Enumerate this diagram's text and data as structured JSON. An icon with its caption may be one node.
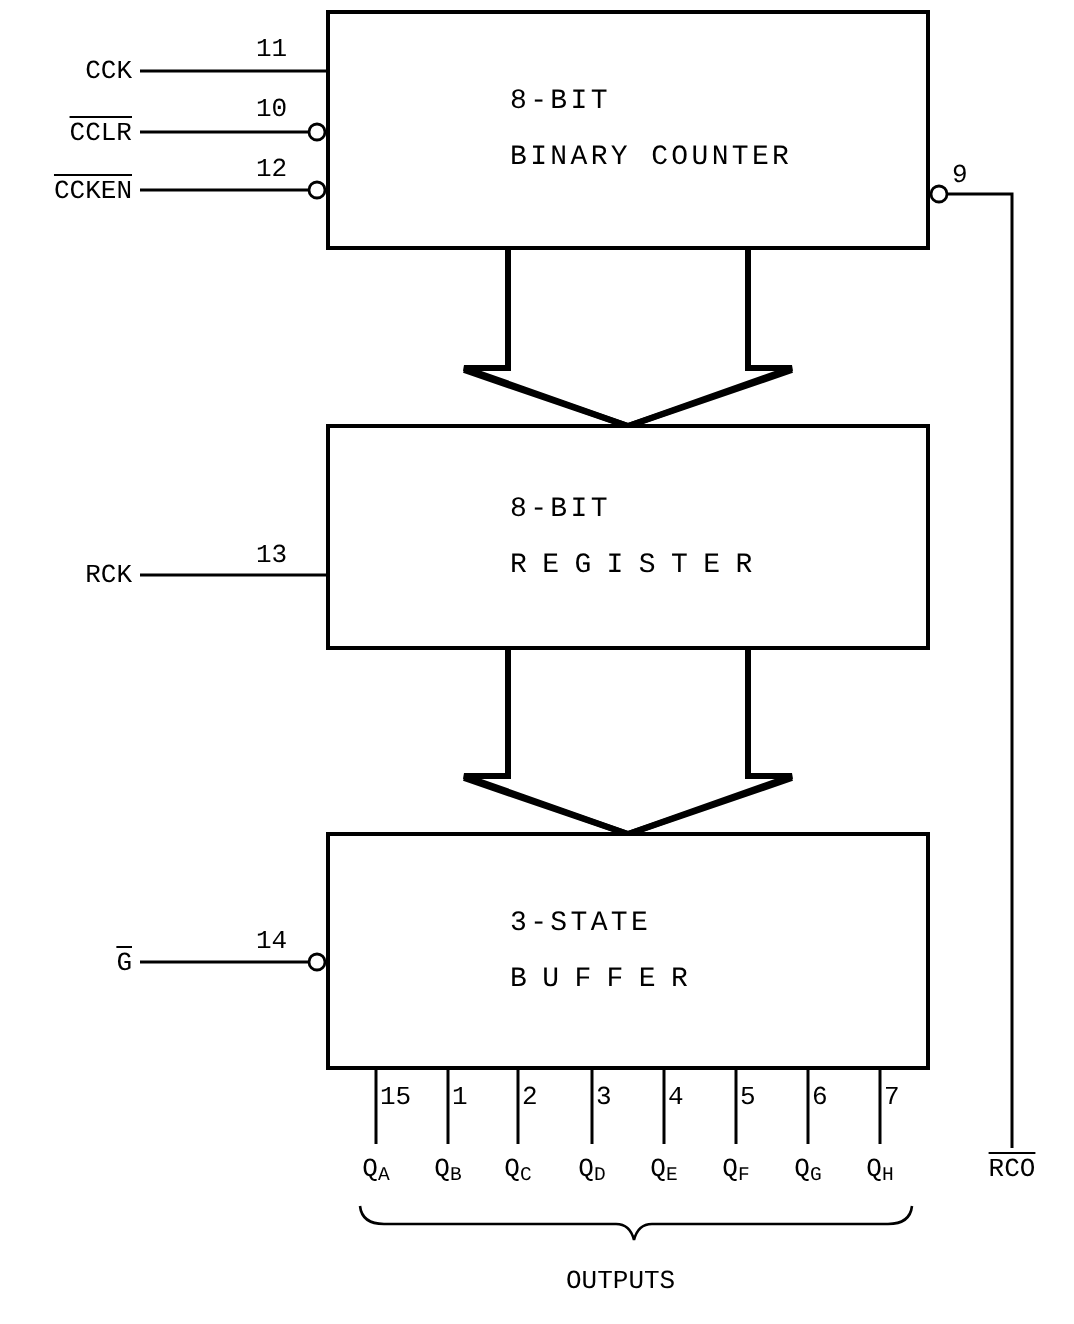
{
  "diagram": {
    "nodes": [
      {
        "text": [
          "CCK"
        ]
      },
      {
        "text": [
          "CCLR"
        ]
      },
      {
        "text": [
          "CCKEN"
        ]
      },
      {
        "text": [
          "8-BIT",
          "BINARY COUNTER"
        ]
      },
      {
        "text": [
          "RCK"
        ]
      },
      {
        "text": [
          "8-BIT",
          "REGISTER"
        ]
      },
      {
        "text": [
          "G"
        ]
      },
      {
        "text": [
          "3-STATE",
          "BUFFER"
        ]
      },
      {
        "text": [
          "Q$_{A}$"
        ]
      },
      {
        "text": [
          "Q$_{B}$"
        ]
      },
      {
        "text": [
          "Q$_{C}$"
        ]
      },
      {
        "text": [
          "Q$_{D}$"
        ]
      },
      {
        "text": [
          "Q$_{E}$"
        ]
      },
      {
        "text": [
          "Q$_{F}$"
        ]
      },
      {
        "text": [
          "Q$_{G}$"
        ]
      },
      {
        "text": [
          "Q$_{H}$"
        ]
      },
      {
        "text": [
          "RCO"
        ]
      }
    ],
    "edges": [
      {
        "from": 0,
        "to": 3,
        "arrow": "none",
        "label": "11"
      },
      {
        "from": 1,
        "to": 3,
        "arrow": "other",
        "label": "10"
      },
      {
        "from": 2,
        "to": 3,
        "arrow": "other",
        "label": "12"
      },
      {
        "from": 16,
        "to": 3,
        "arrow": "other",
        "label": "9"
      },
      {
        "from": 3,
        "to": 5,
        "arrow": "to",
        "style": "thick"
      },
      {
        "from": 4,
        "to": 5,
        "arrow": "none",
        "label": "13"
      },
      {
        "from": 5,
        "to": 7,
        "arrow": "to",
        "style": "thick"
      },
      {
        "from": 6,
        "to": 7,
        "arrow": "other",
        "label": "14"
      },
      {
        "from": 7,
        "to": 8,
        "arrow": "none",
        "label": "15"
      },
      {
        "from": 7,
        "to": 9,
        "arrow": "none",
        "label": "1"
      },
      {
        "from": 7,
        "to": 10,
        "arrow": "none",
        "label": "2"
      },
      {
        "from": 7,
        "to": 11,
        "arrow": "none",
        "label": "3"
      },
      {
        "from": 7,
        "to": 12,
        "arrow": "none",
        "label": "4"
      },
      {
        "from": 7,
        "to": 13,
        "arrow": "none",
        "label": "5"
      },
      {
        "from": 7,
        "to": 14,
        "arrow": "none",
        "label": "6"
      },
      {
        "from": 7,
        "to": 15,
        "arrow": "none",
        "label": "7"
      }
    ],
    "labels": [
      "OUTPUTS"
    ]
  }
}
